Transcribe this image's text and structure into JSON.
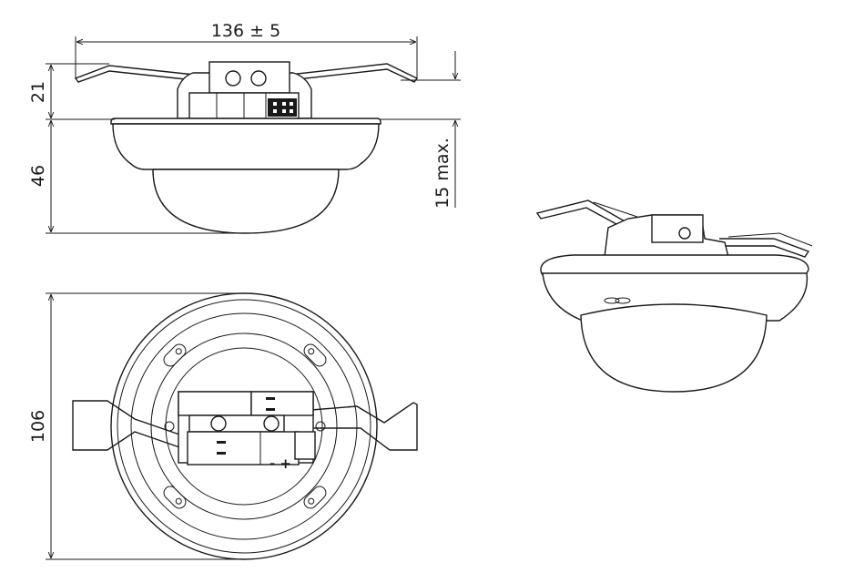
{
  "dimensions": {
    "width_label": "136 ± 5",
    "height_top_label": "21",
    "height_body_label": "46",
    "recess_label": "15 max.",
    "diameter_label": "106"
  },
  "terminal_marks": {
    "polarity_label": "- +"
  },
  "colors": {
    "line": "#1a1a1a",
    "background": "#ffffff"
  }
}
